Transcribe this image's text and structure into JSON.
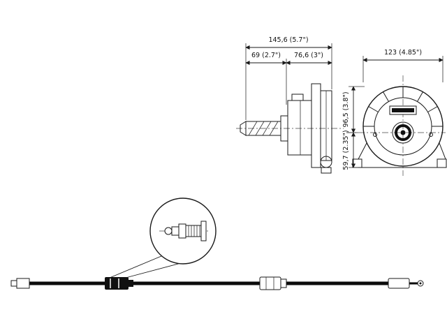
{
  "page": {
    "paper_color": "#ffffff",
    "ink_color": "#1a1a1a"
  },
  "drawing": {
    "side_view": {
      "dim_total": "145,6 (5.7\")",
      "dim_left": "69 (2.7\")",
      "dim_right": "76,6 (3\")"
    },
    "front_view": {
      "dim_width": "123 (4.85\")",
      "dim_upper_height": "96,5 (3.8\")",
      "dim_lower_height": "59,7 (2.35\")"
    }
  }
}
